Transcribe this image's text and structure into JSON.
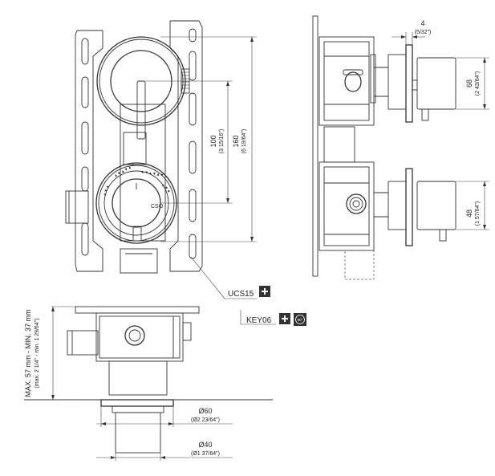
{
  "dimensions": {
    "rose_spacing_mm": "100",
    "rose_spacing_in": "(3 15/16\")",
    "overall_mm": "160",
    "overall_in": "(6 19/64\")",
    "plate_thickness_mm": "4",
    "plate_thickness_in": "(5/32\")",
    "handle_height_mm": "68",
    "handle_height_in": "(2 43/64\")",
    "diverter_height_mm": "48",
    "diverter_height_in": "(1 57/64\")",
    "wall_depth_mm": "MAX. 57 mm - MIN. 37 mm",
    "wall_depth_in": "(max. 2 1/4\" - min. 1 29/64\")",
    "diameter_outer_mm": "Ø60",
    "diameter_outer_in": "(Ø2 23/64\")",
    "diameter_inner_mm": "Ø40",
    "diameter_inner_in": "(Ø1 37/64\")"
  },
  "labels": {
    "ucs": "UCS15",
    "key": "KEY06",
    "rotation": "90°",
    "dial_text": "CSO",
    "plus_symbol": "+"
  },
  "colors": {
    "line": "#333333",
    "badge": "#333333",
    "badge_text": "#ffffff"
  },
  "icons": [
    "plus-icon",
    "rotate-90-icon"
  ]
}
